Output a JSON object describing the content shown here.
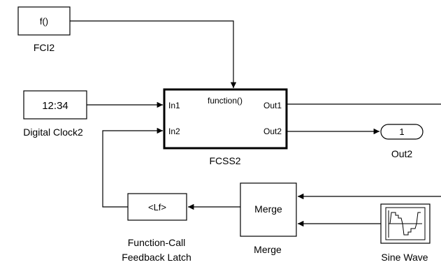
{
  "blocks": {
    "fci": {
      "text": "f()",
      "label": "FCI2"
    },
    "clock": {
      "text": "12:34",
      "label": "Digital Clock2"
    },
    "fcss": {
      "label": "FCSS2",
      "trigger": "function()",
      "inports": [
        "In1",
        "In2"
      ],
      "outports": [
        "Out1",
        "Out2"
      ]
    },
    "out": {
      "text": "1",
      "label": "Out2"
    },
    "latch": {
      "text": "<Lf>",
      "label_line1": "Function-Call",
      "label_line2": "Feedback Latch"
    },
    "merge": {
      "text": "Merge",
      "label": "Merge"
    },
    "sine": {
      "label": "Sine Wave",
      "icon": "sine-wave-scope-icon"
    }
  }
}
